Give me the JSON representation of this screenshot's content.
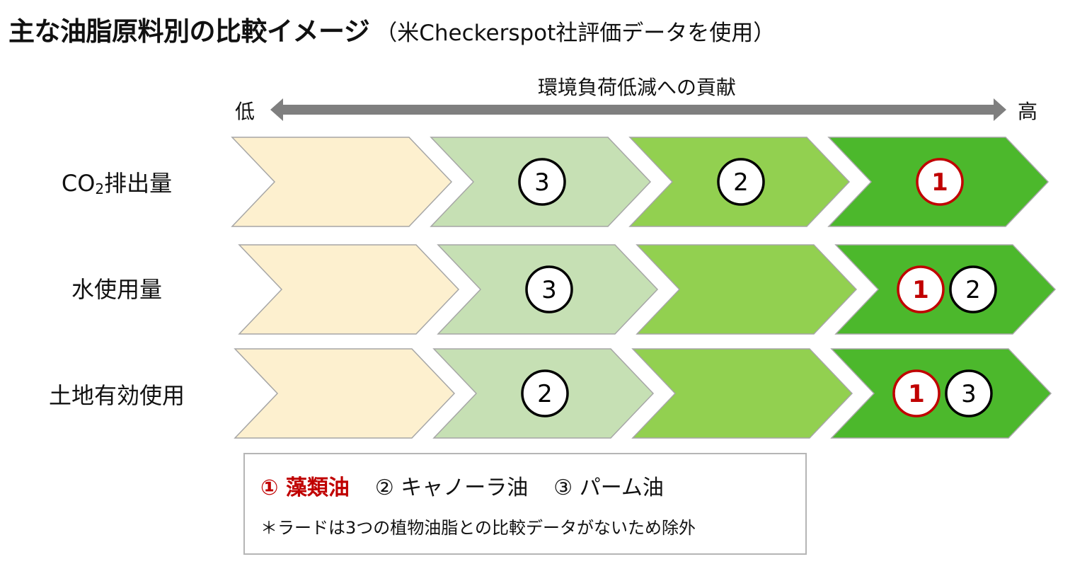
{
  "title": {
    "main": "主な油脂原料別の比較イメージ",
    "sub": "（米Checkerspot社評価データを使用）"
  },
  "axis": {
    "title": "環境負荷低減への貢献",
    "low_label": "低",
    "high_label": "高"
  },
  "colors": {
    "levels": [
      "#fdf0cf",
      "#c6e0b4",
      "#92d050",
      "#4cb82c"
    ],
    "arrow": "#7f7f7f",
    "chevron_stroke": "#a6a6a6",
    "highlight": "#c00000"
  },
  "rows": [
    {
      "label_main": "CO",
      "label_sub": "2",
      "label_rest": "排出量",
      "markers": [
        {
          "level": 1,
          "text": "3",
          "highlight": false
        },
        {
          "level": 2,
          "text": "2",
          "highlight": false
        },
        {
          "level": 3,
          "text": "1",
          "highlight": true
        }
      ]
    },
    {
      "label_main": "水使用量",
      "label_sub": "",
      "label_rest": "",
      "markers": [
        {
          "level": 1,
          "text": "3",
          "highlight": false
        },
        {
          "level": 3,
          "text": "1",
          "highlight": true
        },
        {
          "level": 3,
          "text": "2",
          "highlight": false
        }
      ]
    },
    {
      "label_main": "土地有効使用",
      "label_sub": "",
      "label_rest": "",
      "markers": [
        {
          "level": 1,
          "text": "2",
          "highlight": false
        },
        {
          "level": 3,
          "text": "1",
          "highlight": true
        },
        {
          "level": 3,
          "text": "3",
          "highlight": false
        }
      ]
    }
  ],
  "legend": {
    "items": [
      {
        "text": "① 藻類油",
        "highlight": true
      },
      {
        "text": "② キャノーラ油",
        "highlight": false
      },
      {
        "text": "③ パーム油",
        "highlight": false
      }
    ],
    "note": "＊ラードは3つの植物油脂との比較データがないため除外"
  }
}
